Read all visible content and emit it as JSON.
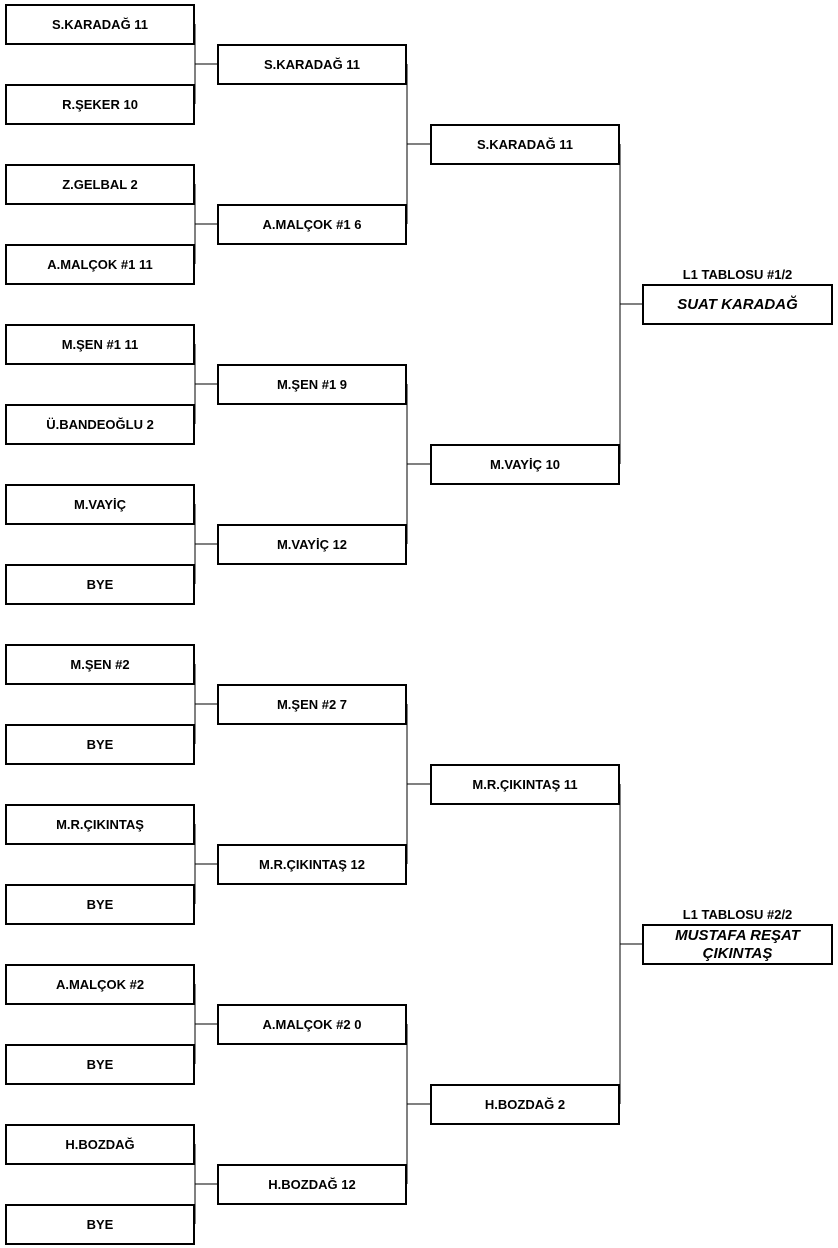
{
  "bracket1": {
    "label": "L1 TABLOSU #1/2",
    "champion": "SUAT KARADAĞ",
    "round1": [
      "S.KARADAĞ  11",
      "R.ŞEKER  10",
      "Z.GELBAL  2",
      "A.MALÇOK #1  11",
      "M.ŞEN #1  11",
      "Ü.BANDEOĞLU  2",
      "M.VAYİÇ",
      "BYE"
    ],
    "round2": [
      "S.KARADAĞ  11",
      "A.MALÇOK #1  6",
      "M.ŞEN #1  9",
      "M.VAYİÇ  12"
    ],
    "round3": [
      "S.KARADAĞ  11",
      "M.VAYİÇ  10"
    ]
  },
  "bracket2": {
    "label": "L1 TABLOSU #2/2",
    "champion_line1": "MUSTAFA REŞAT",
    "champion_line2": "ÇIKINTAŞ",
    "round1": [
      "M.ŞEN #2",
      "BYE",
      "M.R.ÇIKINTAŞ",
      "BYE",
      "A.MALÇOK #2",
      "BYE",
      "H.BOZDAĞ",
      "BYE"
    ],
    "round2": [
      "M.ŞEN #2  7",
      "M.R.ÇIKINTAŞ  12",
      "A.MALÇOK #2  0",
      "H.BOZDAĞ  12"
    ],
    "round3": [
      "M.R.ÇIKINTAŞ  11",
      "H.BOZDAĞ  2"
    ]
  }
}
